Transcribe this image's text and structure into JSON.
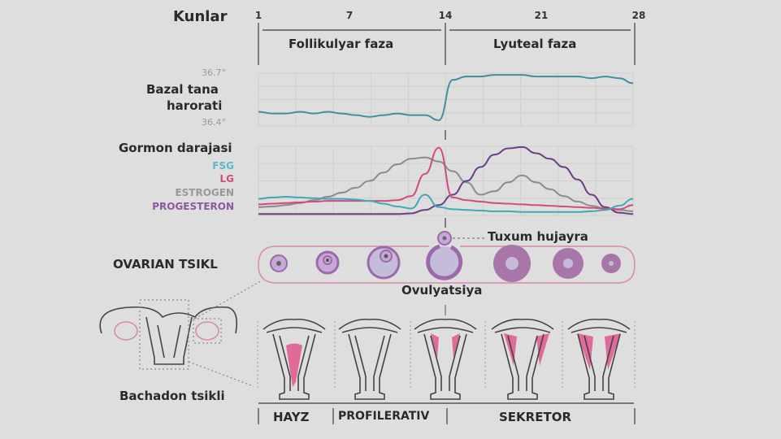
{
  "header": {
    "days_label": "Kunlar",
    "days": [
      "1",
      "7",
      "14",
      "21",
      "28"
    ]
  },
  "phases": {
    "follicular": "Follikulyar faza",
    "luteal": "Lyuteal faza"
  },
  "temperature": {
    "title_line1": "Bazal tana",
    "title_line2": "harorati",
    "max_label": "36.7°",
    "min_label": "36.4°",
    "color": "#3f8fa0",
    "values": [
      36.47,
      36.46,
      36.46,
      36.47,
      36.46,
      36.47,
      36.46,
      36.45,
      36.44,
      36.45,
      36.46,
      36.45,
      36.45,
      36.42,
      36.66,
      36.68,
      36.68,
      36.69,
      36.69,
      36.69,
      36.68,
      36.68,
      36.68,
      36.68,
      36.67,
      36.68,
      36.67,
      36.64
    ]
  },
  "hormones": {
    "title": "Gormon darajasi",
    "series": [
      {
        "name": "ESTROGEN",
        "color": "#8c8c8c",
        "values": [
          12,
          13,
          15,
          18,
          22,
          27,
          33,
          40,
          50,
          62,
          74,
          82,
          84,
          78,
          64,
          48,
          30,
          35,
          48,
          58,
          48,
          38,
          28,
          20,
          14,
          10,
          8,
          6
        ]
      },
      {
        "name": "PROGESTERON",
        "color": "#6a3f82",
        "values": [
          2,
          2,
          2,
          2,
          2,
          2,
          2,
          2,
          2,
          2,
          2,
          3,
          8,
          15,
          30,
          50,
          70,
          88,
          97,
          99,
          90,
          82,
          70,
          52,
          30,
          12,
          4,
          2
        ]
      },
      {
        "name": "LG",
        "color": "#d34a7e",
        "values": [
          16,
          17,
          18,
          19,
          20,
          21,
          21,
          21,
          21,
          21,
          22,
          28,
          60,
          98,
          26,
          22,
          20,
          18,
          17,
          16,
          15,
          14,
          13,
          12,
          11,
          10,
          9,
          15
        ]
      },
      {
        "name": "FSG",
        "color": "#3fa9b8",
        "values": [
          24,
          26,
          27,
          26,
          25,
          24,
          24,
          23,
          21,
          17,
          13,
          10,
          30,
          12,
          9,
          8,
          7,
          6,
          6,
          5,
          5,
          5,
          5,
          5,
          6,
          8,
          14,
          24
        ]
      }
    ]
  },
  "ovarian": {
    "title": "OVARIAN TSIKL",
    "egg_label": "Tuxum hujayra",
    "ovulation_label": "Ovulyatsiya"
  },
  "uterine": {
    "title": "Bachadon tsikli",
    "phases": [
      "HAYZ",
      "PROFILERATIV",
      "SEKRETOR"
    ]
  }
}
